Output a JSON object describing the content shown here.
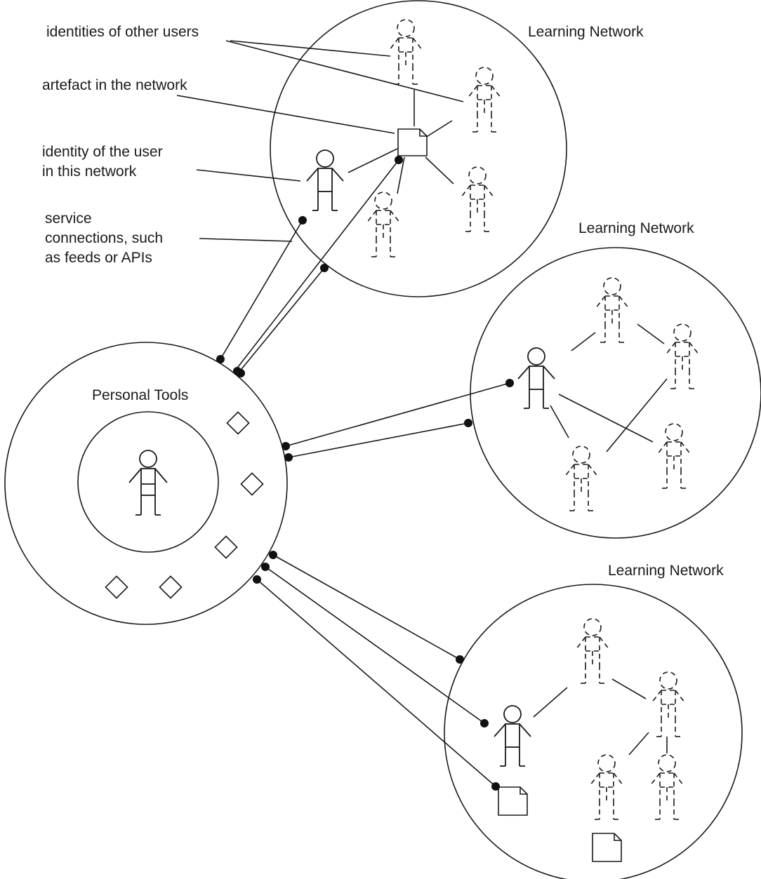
{
  "labels": {
    "identities_other_users": "identities of other users",
    "artefact": "artefact in the network",
    "identity_user_line1": "identity of the user",
    "identity_user_line2": "in this network",
    "service_line1": "service",
    "service_line2": "connections, such",
    "service_line3": "as feeds or APIs",
    "personal_tools": "Personal Tools",
    "network_1": "Learning Network",
    "network_2": "Learning Network",
    "network_3": "Learning Network"
  },
  "colors": {
    "stroke": "#1a1a1a",
    "user_body_fill": "#cccccc",
    "user_head_fill": "#bbbbbb",
    "background": "#ffffff"
  }
}
